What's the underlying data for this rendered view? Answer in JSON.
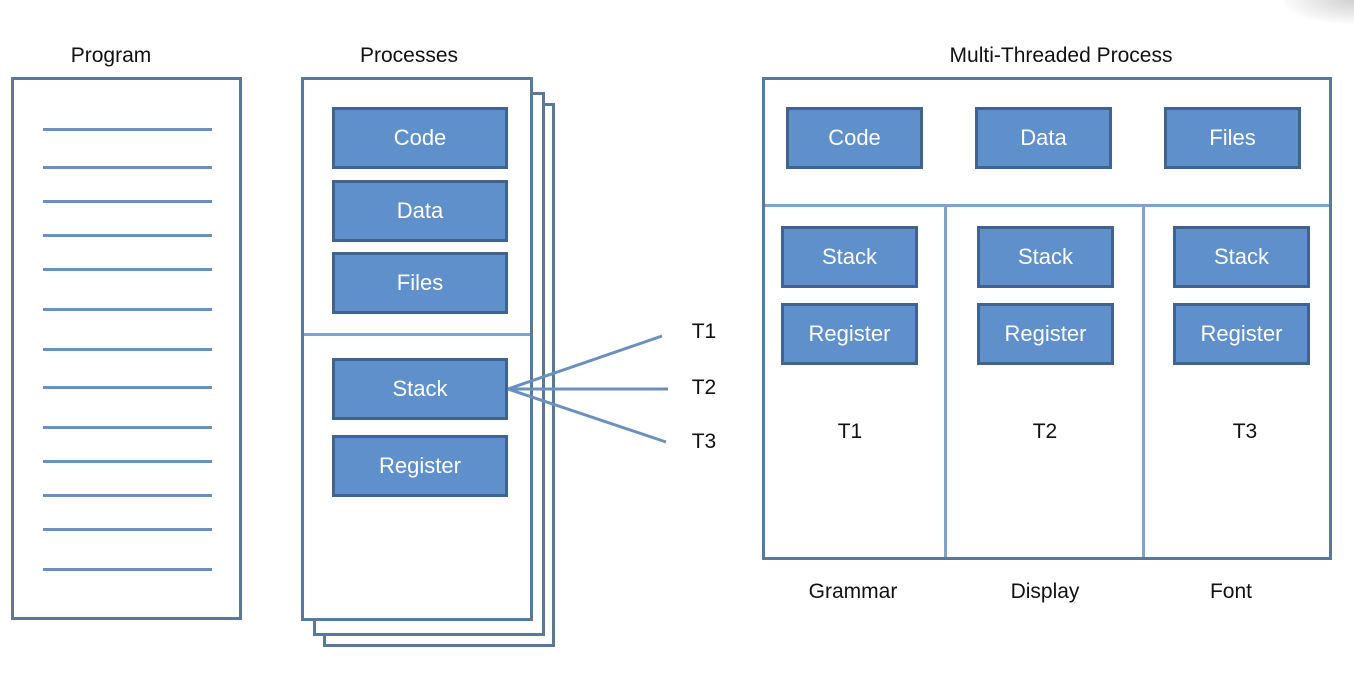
{
  "program": {
    "title": "Program"
  },
  "processes": {
    "title": "Processes",
    "blocks": [
      "Code",
      "Data",
      "Files",
      "Stack",
      "Register"
    ]
  },
  "thread_labels": [
    "T1",
    "T2",
    "T3"
  ],
  "multi_threaded": {
    "title": "Multi-Threaded Process",
    "shared_blocks": [
      "Code",
      "Data",
      "Files"
    ],
    "threads": [
      {
        "stack": "Stack",
        "register": "Register",
        "label": "T1",
        "name": "Grammar"
      },
      {
        "stack": "Stack",
        "register": "Register",
        "label": "T2",
        "name": "Display"
      },
      {
        "stack": "Stack",
        "register": "Register",
        "label": "T3",
        "name": "Font"
      }
    ]
  },
  "colors": {
    "block_fill": "#5f90cc",
    "block_border": "#41638f",
    "frame_border": "#5a7898",
    "line": "#6a90c0"
  }
}
